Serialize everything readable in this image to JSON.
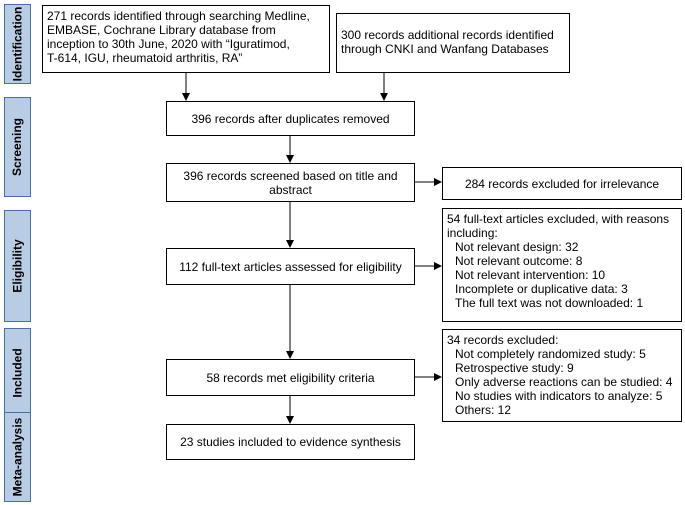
{
  "stages": {
    "identification": "Identification",
    "screening": "Screening",
    "eligibility": "Eligibility",
    "included": "Included",
    "meta_analysis": "Meta-analysis"
  },
  "boxes": {
    "records_identified": [
      "271 records identified through searching Medline,",
      "EMBASE, Cochrane Library database from",
      "inception to 30th June, 2020 with “Iguratimod,",
      "T-614, IGU, rheumatoid arthritis, RA”"
    ],
    "additional_records": [
      "300 records additional records identified",
      "through CNKI and Wanfang Databases"
    ],
    "after_duplicates": "396 records after duplicates removed",
    "screened": [
      "396 records screened based on title and",
      "abstract"
    ],
    "excluded_irrelevance": "284 records excluded for irrelevance",
    "fulltext_assessed": "112 full-text articles assessed for eligibility",
    "fulltext_excluded": {
      "header": [
        "54 full-text articles excluded, with reasons",
        "including:"
      ],
      "reasons": [
        "Not relevant design: 32",
        "Not relevant outcome: 8",
        "Not relevant intervention: 10",
        "Incomplete or duplicative data: 3",
        "The full text was not downloaded: 1"
      ]
    },
    "met_criteria": "58 records met eligibility criteria",
    "records_excluded": {
      "header": "34 records excluded:",
      "reasons": [
        "Not completely randomized study: 5",
        "Retrospective study: 9",
        "Only adverse reactions can be studied: 4",
        "No studies with indicators to analyze: 5",
        "Others: 12"
      ]
    },
    "included_synthesis": "23 studies included to evidence synthesis"
  },
  "colors": {
    "stage_fill": "#b8cce4",
    "stage_border": "#4a6fa5"
  }
}
